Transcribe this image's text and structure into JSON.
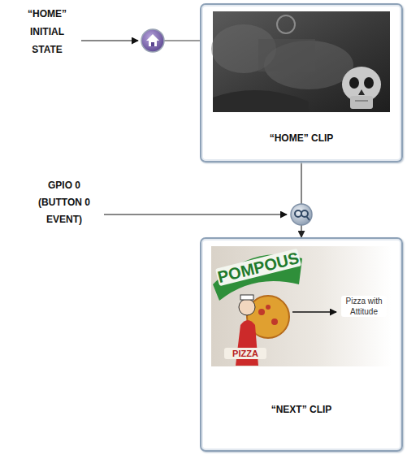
{
  "diagram": {
    "nodes": [
      {
        "text": [
          "“HOME” CLIP"
        ]
      },
      {
        "text": [
          "“NEXT” CLIP"
        ]
      }
    ],
    "edges": [
      {
        "from": 0,
        "to": 1,
        "arrow": "to"
      }
    ],
    "labels": [
      "“HOME” INITIAL STATE",
      "GPIO 0 (BUTTON 0 EVENT)",
      "POMPOUS",
      "PIZZA",
      "Pizza with Attitude"
    ]
  }
}
